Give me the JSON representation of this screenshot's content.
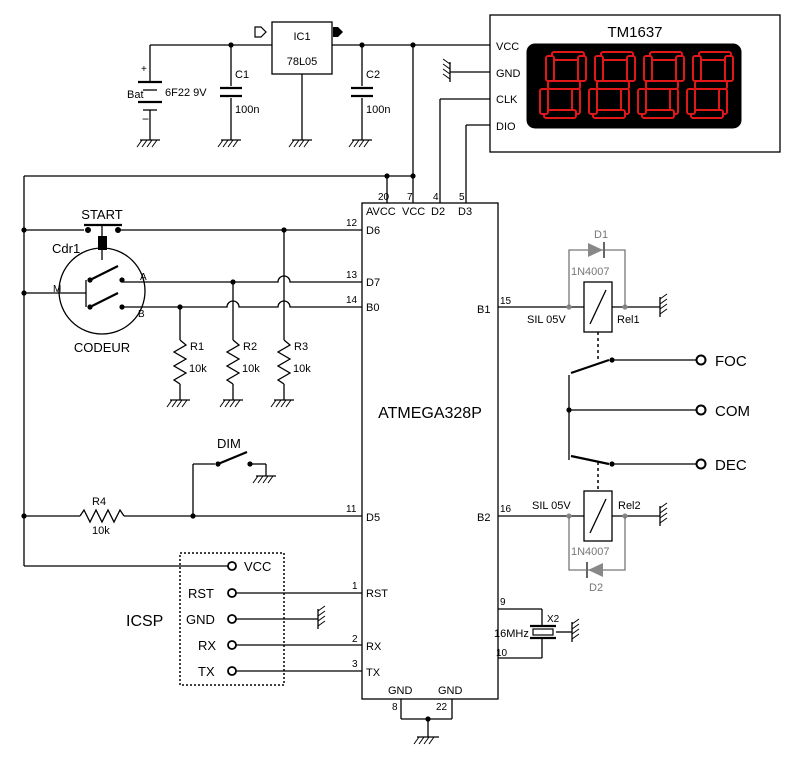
{
  "regulator": {
    "ref": "IC1",
    "part": "78L05"
  },
  "battery": {
    "ref": "Bat",
    "value": "6F22 9V",
    "plus": "+",
    "minus": "−"
  },
  "capacitors": [
    {
      "ref": "C1",
      "value": "100n"
    },
    {
      "ref": "C2",
      "value": "100n"
    }
  ],
  "display": {
    "title": "TM1637",
    "pins": [
      "VCC",
      "GND",
      "CLK",
      "DIO"
    ]
  },
  "mcu": {
    "name": "ATMEGA328P",
    "top_pins": [
      {
        "num": "20",
        "label": "AVCC"
      },
      {
        "num": "7",
        "label": "VCC"
      },
      {
        "num": "4",
        "label": "D2"
      },
      {
        "num": "5",
        "label": "D3"
      }
    ],
    "left_pins": [
      {
        "num": "12",
        "label": "D6"
      },
      {
        "num": "13",
        "label": "D7"
      },
      {
        "num": "14",
        "label": "B0"
      },
      {
        "num": "11",
        "label": "D5"
      },
      {
        "num": "1",
        "label": "RST"
      },
      {
        "num": "2",
        "label": "RX"
      },
      {
        "num": "3",
        "label": "TX"
      }
    ],
    "right_pins": [
      {
        "num": "15",
        "label": "B1"
      },
      {
        "num": "16",
        "label": "B2"
      },
      {
        "num": "9",
        "label": ""
      },
      {
        "num": "10",
        "label": ""
      }
    ],
    "bottom_pins": [
      {
        "num": "8",
        "label": "GND"
      },
      {
        "num": "22",
        "label": "GND"
      }
    ]
  },
  "start_switch": {
    "label": "START"
  },
  "encoder": {
    "ref": "Cdr1",
    "name": "CODEUR",
    "pin_m": "M",
    "pin_a": "A",
    "pin_b": "B"
  },
  "resistors": [
    {
      "ref": "R1",
      "value": "10k"
    },
    {
      "ref": "R2",
      "value": "10k"
    },
    {
      "ref": "R3",
      "value": "10k"
    },
    {
      "ref": "R4",
      "value": "10k"
    }
  ],
  "dim_switch": {
    "label": "DIM"
  },
  "relays": [
    {
      "ref": "Rel1",
      "type": "SIL 05V",
      "diode_ref": "D1",
      "diode_part": "1N4007"
    },
    {
      "ref": "Rel2",
      "type": "SIL 05V",
      "diode_ref": "D2",
      "diode_part": "1N4007"
    }
  ],
  "outputs": [
    "FOC",
    "COM",
    "DEC"
  ],
  "crystal": {
    "ref": "X2",
    "value": "16MHz"
  },
  "icsp": {
    "title": "ICSP",
    "pins": [
      "VCC",
      "RST",
      "GND",
      "RX",
      "TX"
    ]
  },
  "colors": {
    "segment_red": "#e01818",
    "display_bg": "#000000",
    "diode_grey": "#777777"
  }
}
